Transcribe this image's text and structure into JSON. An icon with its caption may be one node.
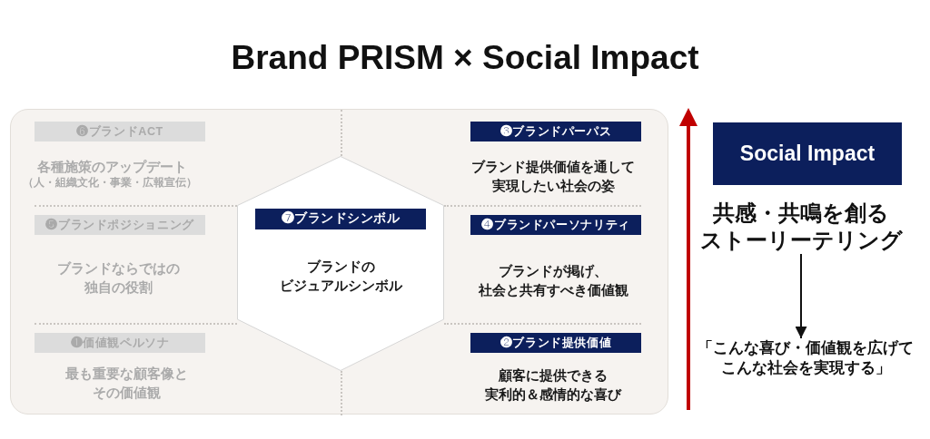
{
  "diagram": {
    "title": "Brand PRISM × Social Impact",
    "nodes": [
      {
        "text": [],
        "shape": "box"
      },
      {
        "text": [
          "❻ブランドACT"
        ],
        "in": 0,
        "beside": [
          "各種施策のアップデート",
          "（人・組織文化・事業・広報宣伝）"
        ]
      },
      {
        "text": [
          "❸ブランドパーパス"
        ],
        "in": 0,
        "beside": [
          "ブランド提供価値を通して実現したい社会の姿"
        ]
      },
      {
        "text": [
          "❺ブランドポジショニング"
        ],
        "in": 0,
        "beside": [
          "ブランドならではの独自の役割"
        ]
      },
      {
        "text": [],
        "shape": "hexagon",
        "in": 0
      },
      {
        "text": [
          "❼ブランドシンボル"
        ],
        "in": 4,
        "beside": [
          "ブランドのビジュアルシンボル"
        ]
      },
      {
        "text": [
          "❹ブランドパーソナリティ"
        ],
        "in": 0,
        "beside": [
          "ブランドが掲げ、社会と共有すべき価値観"
        ]
      },
      {
        "text": [
          "❶価値観ペルソナ"
        ],
        "in": 0,
        "beside": [
          "最も重要な顧客像とその価値観"
        ]
      },
      {
        "text": [
          "❷ブランド提供価値"
        ],
        "in": 0,
        "beside": [
          "顧客に提供できる実利的＆感情的な喜び"
        ]
      },
      {
        "text": [
          "Social Impact"
        ]
      },
      {
        "text": [
          "共感・共鳴を創るストーリーテリング"
        ]
      },
      {
        "text": [
          "「こんな喜び・価値観を広げてこんな社会を実現する」"
        ]
      }
    ],
    "edges": [
      {
        "from": 10,
        "to": 11,
        "arrow": "to"
      }
    ]
  }
}
